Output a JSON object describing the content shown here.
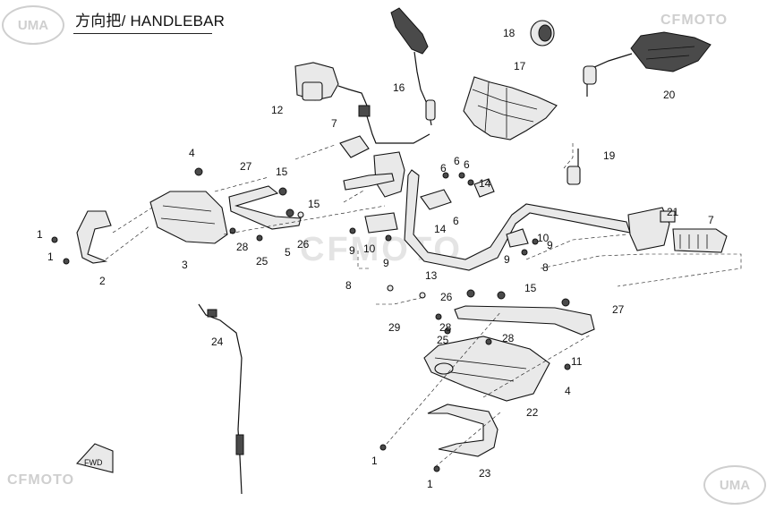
{
  "header": {
    "title": "方向把/ HANDLEBAR"
  },
  "brands": {
    "top_left_badge": "UMA",
    "top_right_brand": "CFMOTO",
    "bottom_left_brand": "CFMOTO",
    "bottom_right_badge": "UMA",
    "center_watermark": "CFMOTO"
  },
  "fwd_label": "FWD",
  "callouts": [
    "1",
    "1",
    "2",
    "3",
    "4",
    "5",
    "6",
    "7",
    "8",
    "9",
    "10",
    "11",
    "12",
    "13",
    "14",
    "15",
    "16",
    "17",
    "18",
    "19",
    "20",
    "21",
    "22",
    "23",
    "24",
    "25",
    "26",
    "27",
    "28",
    "29"
  ],
  "labels": {
    "l1a": "1",
    "l1b": "1",
    "l1c": "1",
    "l1d": "1",
    "l2": "2",
    "l3": "3",
    "l4a": "4",
    "l4b": "4",
    "l5": "5",
    "l6a": "6",
    "l6b": "6",
    "l6c": "6",
    "l6d": "6",
    "l7a": "7",
    "l7b": "7",
    "l8a": "8",
    "l8b": "8",
    "l9a": "9",
    "l9b": "9",
    "l9c": "9",
    "l9d": "9",
    "l10a": "10",
    "l10b": "10",
    "l11": "11",
    "l12": "12",
    "l13": "13",
    "l14a": "14",
    "l14b": "14",
    "l15a": "15",
    "l15b": "15",
    "l15c": "15",
    "l16": "16",
    "l17": "17",
    "l18": "18",
    "l19": "19",
    "l20": "20",
    "l21": "21",
    "l22": "22",
    "l23": "23",
    "l24": "24",
    "l25a": "25",
    "l25b": "25",
    "l26a": "26",
    "l26b": "26",
    "l27a": "27",
    "l27b": "27",
    "l28a": "28",
    "l28b": "28",
    "l28c": "28",
    "l29": "29"
  }
}
